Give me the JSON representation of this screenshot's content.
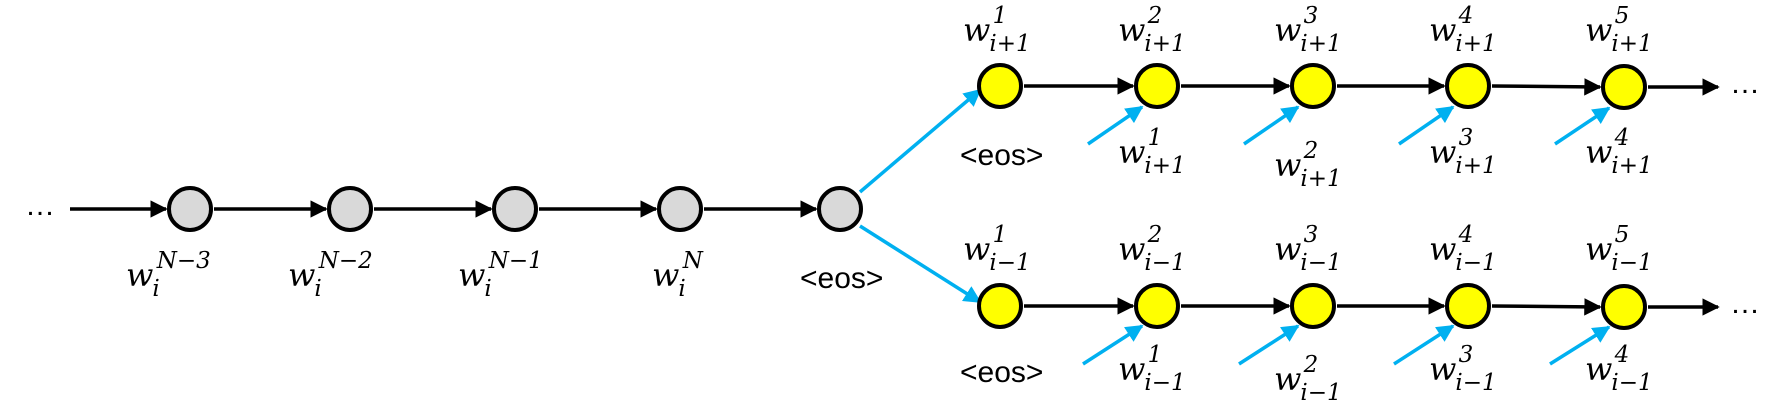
{
  "colors": {
    "context_node_fill": "#d9d9d9",
    "decoder_node_fill": "#ffff00",
    "node_stroke": "#000000",
    "main_edge": "#000000",
    "branch_edge": "#00b0f0",
    "input_edge": "#00b0f0"
  },
  "text": {
    "dots": "…",
    "eos": "<eos>"
  },
  "context_words": [
    {
      "base": "w",
      "sub": "i",
      "sup": "N−3"
    },
    {
      "base": "w",
      "sub": "i",
      "sup": "N−2"
    },
    {
      "base": "w",
      "sub": "i",
      "sup": "N−1"
    },
    {
      "base": "w",
      "sub": "i",
      "sup": "N"
    }
  ],
  "next_decoder": {
    "outputs": [
      {
        "base": "w",
        "sub": "i+1",
        "sup": "1"
      },
      {
        "base": "w",
        "sub": "i+1",
        "sup": "2"
      },
      {
        "base": "w",
        "sub": "i+1",
        "sup": "3"
      },
      {
        "base": "w",
        "sub": "i+1",
        "sup": "4"
      },
      {
        "base": "w",
        "sub": "i+1",
        "sup": "5"
      }
    ],
    "inputs": [
      {
        "base": "w",
        "sub": "i+1",
        "sup": "1"
      },
      {
        "base": "w",
        "sub": "i+1",
        "sup": "2"
      },
      {
        "base": "w",
        "sub": "i+1",
        "sup": "3"
      },
      {
        "base": "w",
        "sub": "i+1",
        "sup": "4"
      }
    ]
  },
  "prev_decoder": {
    "outputs": [
      {
        "base": "w",
        "sub": "i−1",
        "sup": "1"
      },
      {
        "base": "w",
        "sub": "i−1",
        "sup": "2"
      },
      {
        "base": "w",
        "sub": "i−1",
        "sup": "3"
      },
      {
        "base": "w",
        "sub": "i−1",
        "sup": "4"
      },
      {
        "base": "w",
        "sub": "i−1",
        "sup": "5"
      }
    ],
    "inputs": [
      {
        "base": "w",
        "sub": "i−1",
        "sup": "1"
      },
      {
        "base": "w",
        "sub": "i−1",
        "sup": "2"
      },
      {
        "base": "w",
        "sub": "i−1",
        "sup": "3"
      },
      {
        "base": "w",
        "sub": "i−1",
        "sup": "4"
      }
    ]
  }
}
